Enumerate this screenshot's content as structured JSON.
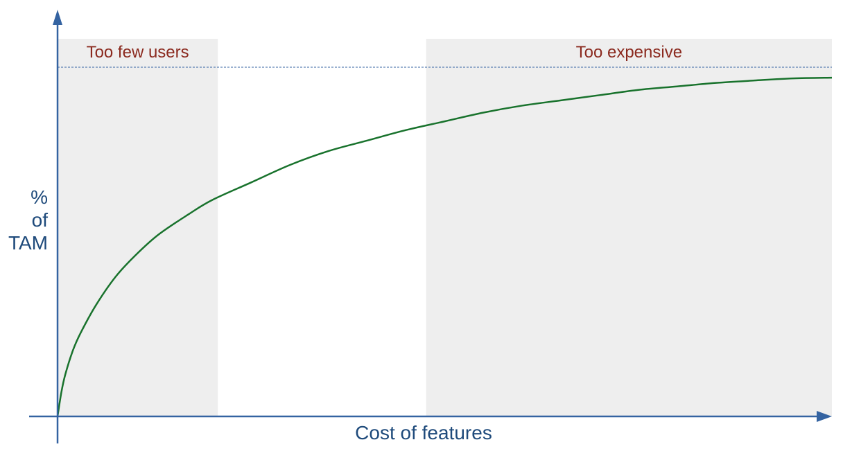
{
  "chart_data": {
    "type": "line",
    "title": "",
    "xlabel": "Cost of features",
    "ylabel_lines": [
      "%",
      "of",
      "TAM"
    ],
    "xlim": [
      0,
      1
    ],
    "ylim": [
      0,
      1
    ],
    "grid": false,
    "axis_ticks": false,
    "series": [
      {
        "x": [
          0,
          0.005,
          0.01,
          0.02,
          0.03,
          0.05,
          0.075,
          0.1,
          0.13,
          0.17,
          0.2,
          0.25,
          0.3,
          0.35,
          0.4,
          0.45,
          0.5,
          0.55,
          0.6,
          0.65,
          0.7,
          0.75,
          0.8,
          0.85,
          0.9,
          0.95,
          1.0
        ],
        "y": [
          0,
          0.07,
          0.12,
          0.19,
          0.24,
          0.32,
          0.4,
          0.46,
          0.52,
          0.58,
          0.62,
          0.67,
          0.72,
          0.76,
          0.79,
          0.82,
          0.845,
          0.87,
          0.89,
          0.905,
          0.92,
          0.935,
          0.945,
          0.955,
          0.962,
          0.968,
          0.97
        ]
      }
    ],
    "asymptote_y": 0.995,
    "regions": [
      {
        "label": "Too few users",
        "x_start": 0,
        "x_end": 0.207,
        "color": "#eeeeee"
      },
      {
        "label": "Too expensive",
        "x_start": 0.476,
        "x_end": 1.0,
        "color": "#eeeeee"
      }
    ],
    "colors": {
      "axis": "#3463a1",
      "curve": "#18722c",
      "region_label": "#8b2a1f",
      "axis_label": "#1e4a7b"
    }
  }
}
